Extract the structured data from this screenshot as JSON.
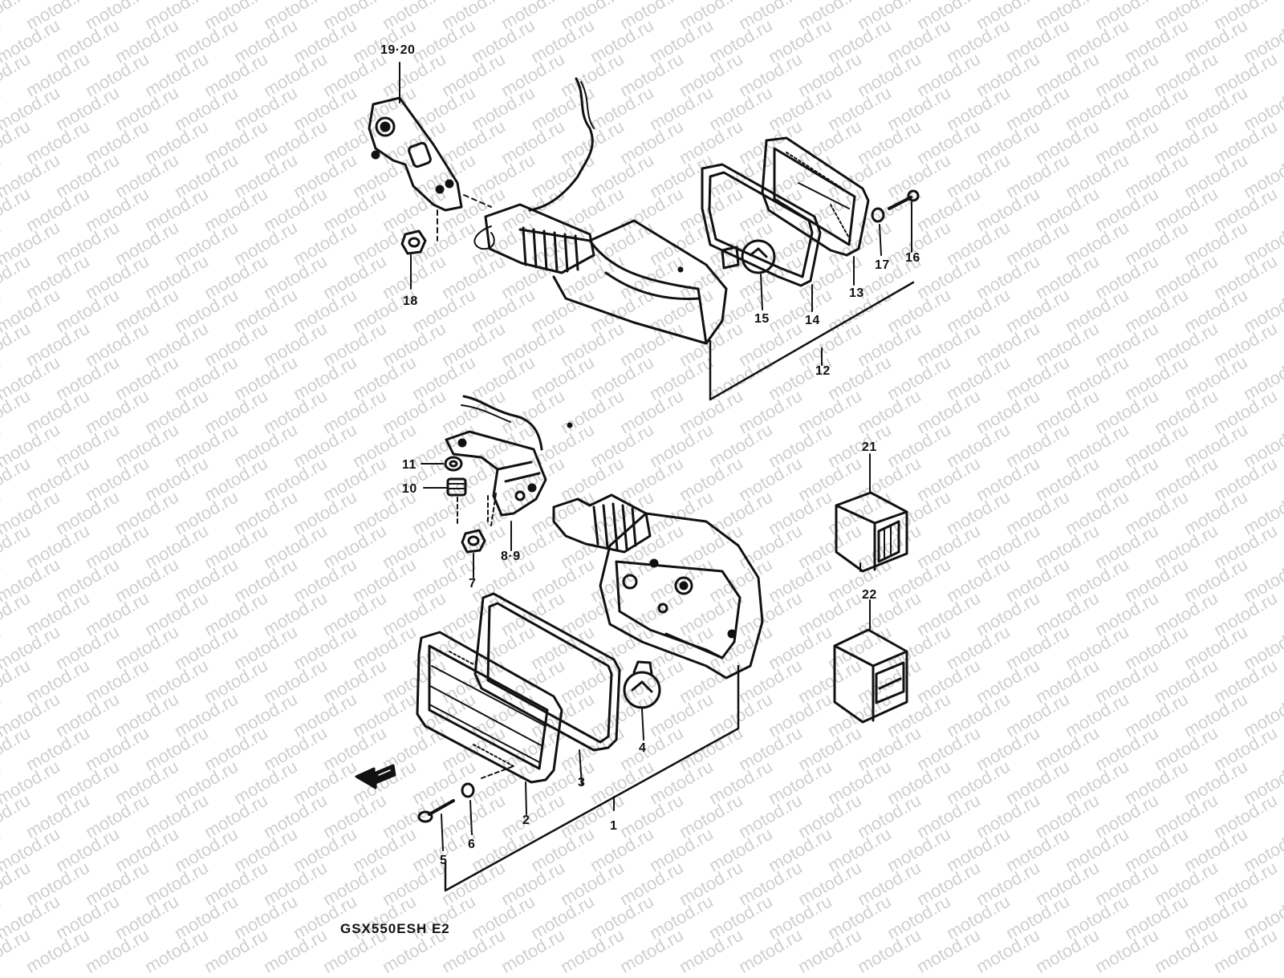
{
  "watermark": "motod.ru",
  "model_code": "GSX550ESH  E2",
  "callouts": {
    "c19_20": "19·20",
    "c18": "18",
    "c17": "17",
    "c16": "16",
    "c15": "15",
    "c14": "14",
    "c13": "13",
    "c12": "12",
    "c11": "11",
    "c10": "10",
    "c8_9": "8·9",
    "c7": "7",
    "c6": "6",
    "c5": "5",
    "c4": "4",
    "c3": "3",
    "c2": "2",
    "c1": "1",
    "c21": "21",
    "c22": "22"
  },
  "colors": {
    "ink": "#111111",
    "watermark": "#cfcfcf",
    "background": "#ffffff"
  },
  "icons": {
    "front_arrow": "arrow-left-icon"
  }
}
